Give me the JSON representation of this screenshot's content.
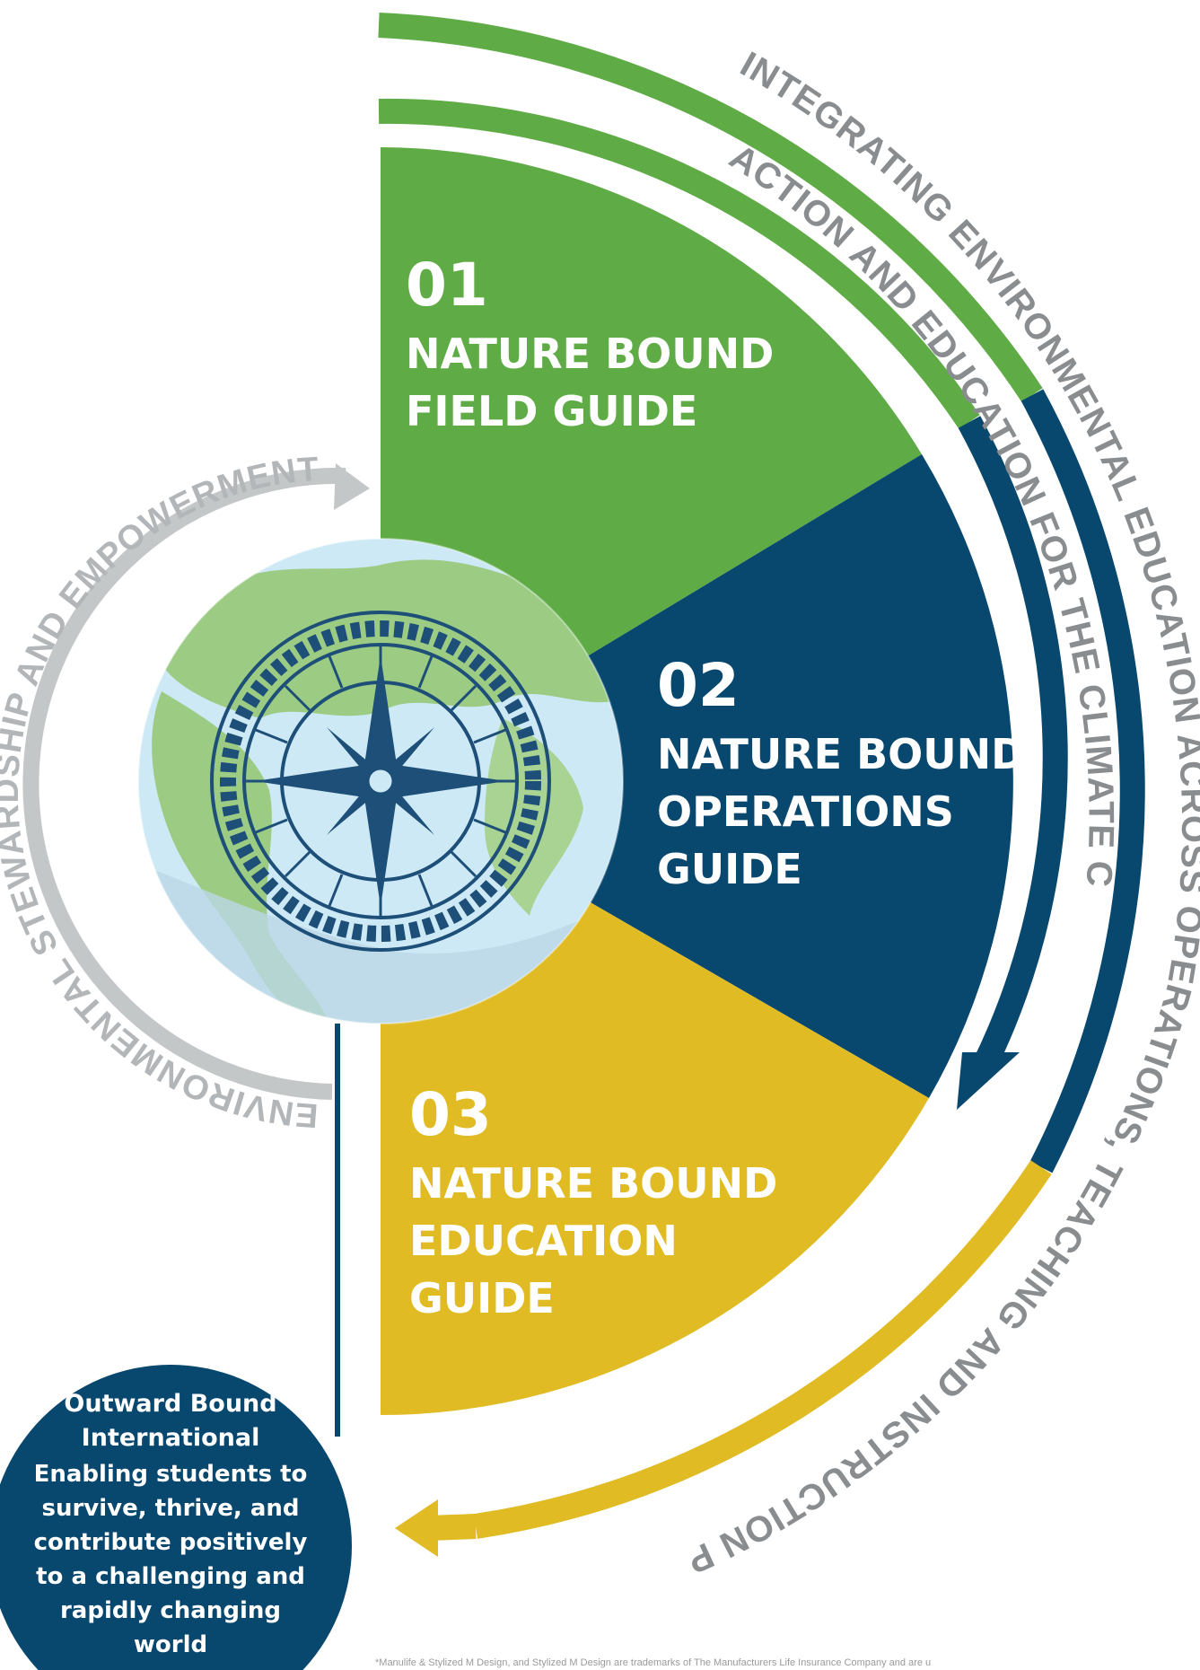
{
  "arcs": {
    "outer": "INTEGRATING ENVIRONMENTAL EDUCATION ACROSS OPERATIONS, TEACHING AND INSTRUCTION PRACTICE",
    "inner": "ACTION AND EDUCATION FOR THE CLIMATE CRISIS",
    "left": "ENVIRONMENTAL STEWARDSHIP AND EMPOWERMENT"
  },
  "segments": [
    {
      "number": "01",
      "line1": "NATURE BOUND",
      "line2": "FIELD GUIDE",
      "line3": "",
      "color": "#5fac46"
    },
    {
      "number": "02",
      "line1": "NATURE BOUND",
      "line2": "OPERATIONS",
      "line3": "GUIDE",
      "color": "#08476e"
    },
    {
      "number": "03",
      "line1": "NATURE BOUND",
      "line2": "EDUCATION",
      "line3": "GUIDE",
      "color": "#e0bb24"
    }
  ],
  "organization": {
    "name_line1": "Outward Bound",
    "name_line2": "International",
    "tagline_lines": [
      "Enabling students to",
      "survive, thrive, and",
      "contribute positively",
      "to a challenging and",
      "rapidly changing",
      "world"
    ]
  },
  "disclaimer": "*Manulife & Stylized M Design, and Stylized M Design are trademarks of The Manufacturers Life Insurance Company and are u",
  "colors": {
    "green": "#5fac46",
    "navy": "#08476e",
    "yellow": "#e0bb24",
    "grey_text": "#8a8d8f",
    "light_grey": "#bfc2c3",
    "globe_water": "#cde9f6",
    "globe_land": "#9ccb84"
  },
  "icons": [
    "compass-rose-icon",
    "globe-icon",
    "arrow-head-icon"
  ]
}
